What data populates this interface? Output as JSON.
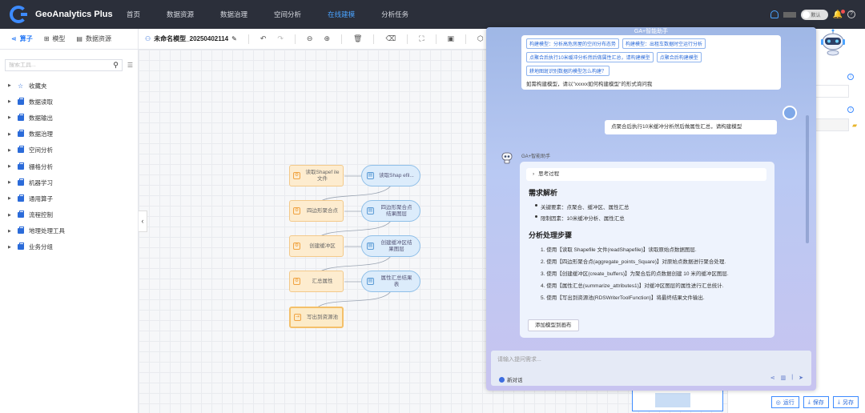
{
  "app": {
    "title": "GeoAnalytics Plus"
  },
  "nav": [
    "首页",
    "数据资源",
    "数据治理",
    "空间分析",
    "在线建模",
    "分析任务"
  ],
  "nav_active": "在线建模",
  "header": {
    "toggle_label": "默认"
  },
  "left_panel": {
    "tabs": [
      "算子",
      "模型",
      "数据资源"
    ],
    "search_placeholder": "搜索工具...",
    "items": [
      "收藏夹",
      "数据读取",
      "数据输出",
      "数据治理",
      "空间分析",
      "栅格分析",
      "机器学习",
      "通用算子",
      "流程控制",
      "地理处理工具",
      "业务分组"
    ]
  },
  "toolbar": {
    "model_name": "未命名模型_20250402114"
  },
  "flow": {
    "nodes": [
      {
        "label": "读取Shapef ile文件",
        "kind": "rect"
      },
      {
        "label": "读取Shap efil...",
        "kind": "oval"
      },
      {
        "label": "四边形聚合点",
        "kind": "rect"
      },
      {
        "label": "四边形聚合点 结果图层",
        "kind": "oval"
      },
      {
        "label": "创建缓冲区",
        "kind": "rect"
      },
      {
        "label": "创建缓冲区结 果图层",
        "kind": "oval"
      },
      {
        "label": "汇总属性",
        "kind": "rect"
      },
      {
        "label": "属性汇总结果 表",
        "kind": "oval"
      },
      {
        "label": "写出到资源池",
        "kind": "write"
      }
    ]
  },
  "assistant": {
    "title": "GA+智能助手",
    "chips_row1": [
      "构建模型：分析高危房屋的空间分布态势",
      "构建模型：出租车数据时空运行分析"
    ],
    "chips_row2": [
      "点聚合后执行10米缓冲分析然后做属性汇总，请构建模型",
      "点聚合后构建模型"
    ],
    "chips_row3": [
      "耕地图斑识别数据的模型怎么构建？"
    ],
    "hint": "如需构建模型，请以\"xxxxx如何构建模型\"的形式询问我",
    "user_message": "点聚合后执行10米缓冲分析然后做属性汇总，请构建模型",
    "bot_name": "GA+智能助手",
    "thinking": "思考过程",
    "section1": "需求解析",
    "bullets": [
      "关键要素：点聚合、缓冲区、属性汇总",
      "限制因素：10米缓冲分析、属性汇总"
    ],
    "section2": "分析处理步骤",
    "steps": [
      "1. 使用【读取 Shapefile 文件(readShapefile)】读取原始点数据图层.",
      "2. 使用【四边形聚合点(aggregate_points_Square)】对原始点数据进行聚合处理.",
      "3. 使用【创建缓冲区(create_buffers)】为聚合后的点数据创建 10 米的缓冲区图层.",
      "4. 使用【属性汇总(summarize_attributes1)】对缓冲区图层的属性进行汇总统计.",
      "5. 使用【写出到资源池(RDSWriterToolFunction)】将最终结果文件输出."
    ],
    "add_button": "添加模型到画布",
    "input_placeholder": "请输入提问需求...",
    "new_chat": "新对话"
  },
  "right_panel": {
    "buttons": [
      "运行",
      "保存",
      "另存"
    ]
  },
  "colors": {
    "accent": "#3d8bff",
    "nav_bg": "#2b2f3a",
    "node_rect": "#fdeccf",
    "node_oval": "#dcecfb"
  }
}
